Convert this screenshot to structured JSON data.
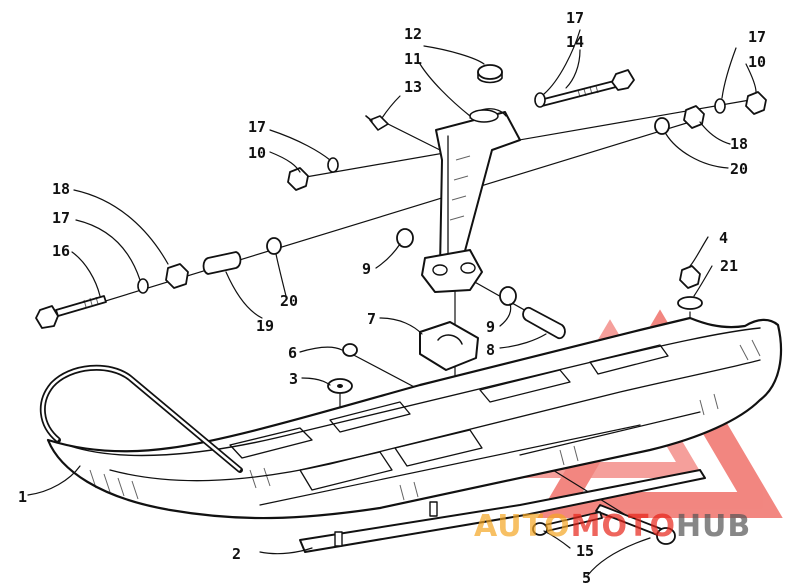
{
  "callouts": [
    "1",
    "2",
    "3",
    "4",
    "5",
    "6",
    "7",
    "8",
    "9",
    "9",
    "10",
    "10",
    "11",
    "12",
    "13",
    "14",
    "15",
    "16",
    "17",
    "17",
    "17",
    "17",
    "18",
    "18",
    "19",
    "20",
    "20",
    "21"
  ],
  "watermark": {
    "part1": "AUTO",
    "part2": "MOTO",
    "part3": "HUB",
    "color_orange": "#f5a623",
    "color_red": "#e8241a",
    "color_gray": "#555555"
  }
}
